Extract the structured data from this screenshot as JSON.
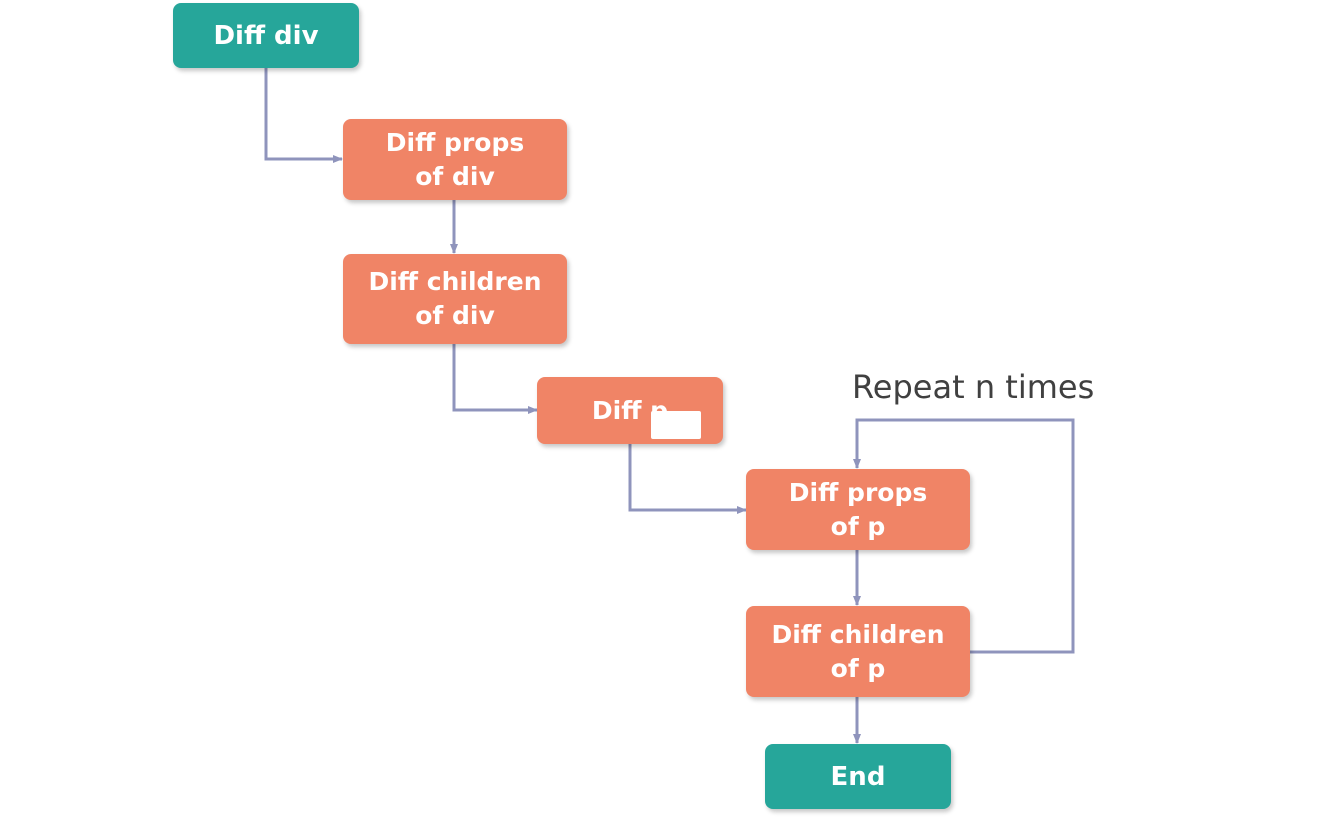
{
  "colors": {
    "terminal": "#26a69a",
    "process": "#f08466",
    "connector": "#8f94bc",
    "label": "#404040"
  },
  "nodes": {
    "diff_div": {
      "lines": [
        "Diff div"
      ]
    },
    "diff_props_div": {
      "lines": [
        "Diff props",
        "of div"
      ]
    },
    "diff_children_div": {
      "lines": [
        "Diff children",
        "of div"
      ]
    },
    "diff_p": {
      "lines": [
        "Diff p"
      ]
    },
    "diff_props_p": {
      "lines": [
        "Diff props",
        "of p"
      ]
    },
    "diff_children_p": {
      "lines": [
        "Diff children",
        "of p"
      ]
    },
    "end": {
      "lines": [
        "End"
      ]
    }
  },
  "loop": {
    "label": "Repeat n times"
  }
}
